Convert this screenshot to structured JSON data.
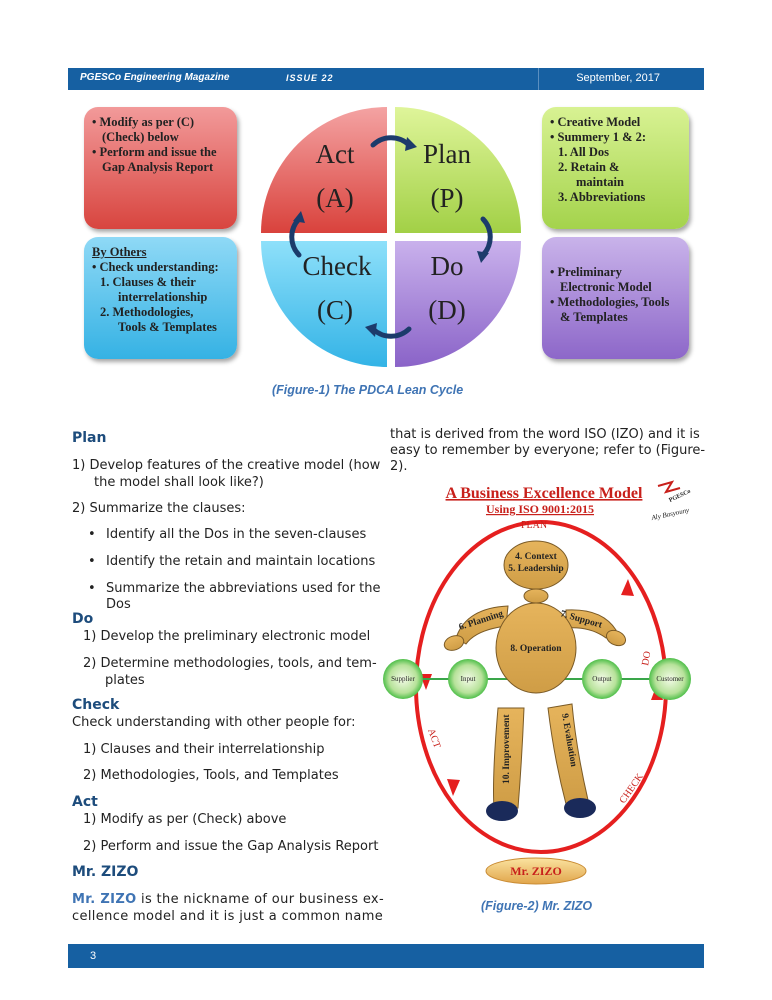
{
  "header": {
    "magazine": "PGESCo Engineering Magazine",
    "issue": "ISSUE 22",
    "date": "September, 2017"
  },
  "figure1": {
    "act_box": [
      "• Modify as per (C)",
      "(Check) below",
      "• Perform and issue the",
      "Gap Analysis Report"
    ],
    "check_box": {
      "heading": "By Others",
      "items": [
        "• Check understanding:",
        "1. Clauses & their",
        "interrelationship",
        "2. Methodologies,",
        "Tools & Templates"
      ]
    },
    "plan_box": [
      "• Creative Model",
      "• Summery 1 & 2:",
      "1. All Dos",
      "2. Retain &",
      "maintain",
      "3. Abbreviations"
    ],
    "do_box": [
      "• Preliminary",
      "Electronic Model",
      "• Methodologies, Tools",
      "& Templates"
    ],
    "quadrants": {
      "act": [
        "Act",
        "(A)"
      ],
      "plan": [
        "Plan",
        "(P)"
      ],
      "check": [
        "Check",
        "(C)"
      ],
      "do": [
        "Do",
        "(D)"
      ]
    },
    "caption": "(Figure-1) The PDCA Lean Cycle"
  },
  "text": {
    "plan_heading": "Plan",
    "plan_1a": "1)   Develop features of the creative model (how",
    "plan_1b": "the model shall look like?)",
    "plan_2": "2)   Summarize the clauses:",
    "plan_b1": "Identify all the Dos in the seven-clauses",
    "plan_b2": "Identify the retain and maintain locations",
    "plan_b3a": "Summarize the abbreviations used for the",
    "plan_b3b": "Dos",
    "do_heading": "Do",
    "do_1": "1)   Develop the preliminary electronic model",
    "do_2a": "2)   Determine methodologies, tools, and tem-",
    "do_2b": "plates",
    "check_heading": "Check",
    "check_intro": "Check understanding with other people for:",
    "check_1": "1)   Clauses and their interrelationship",
    "check_2": "2)   Methodologies, Tools, and Templates",
    "act_heading": "Act",
    "act_1": "1)   Modify as per (Check) above",
    "act_2": "2)   Perform and issue the Gap Analysis Report",
    "zizo_heading": "Mr. ZIZO",
    "zizo_name": "Mr. ZIZO",
    "zizo_p1": " is the nickname of our business ex-",
    "zizo_p2": "cellence model and it is just a common name",
    "right_p1": "that is derived from the word ISO (IZO) and it is",
    "right_p2": "easy to remember by everyone; refer to (Figure-",
    "right_p3": "2)."
  },
  "figure2": {
    "title": "A Business Excellence Model",
    "subtitle": "Using ISO 9001:2015",
    "author": "Aly Basyouny",
    "logo_text": "PGESCo",
    "plan": "PLAN",
    "do": "DO",
    "check": "CHECK",
    "act": "ACT",
    "context": "4. Context",
    "leadership": "5. Leadership",
    "planning": "6. Planning",
    "support": "7. Support",
    "operation": "8. Operation",
    "improvement": "10. Improvement",
    "evaluation": "9. Evaluation",
    "supplier": "Supplier",
    "input": "Input",
    "output": "Output",
    "customer": "Customer",
    "name": "Mr. ZIZO",
    "caption": "(Figure-2) Mr. ZIZO"
  },
  "footer": {
    "page": "3"
  }
}
